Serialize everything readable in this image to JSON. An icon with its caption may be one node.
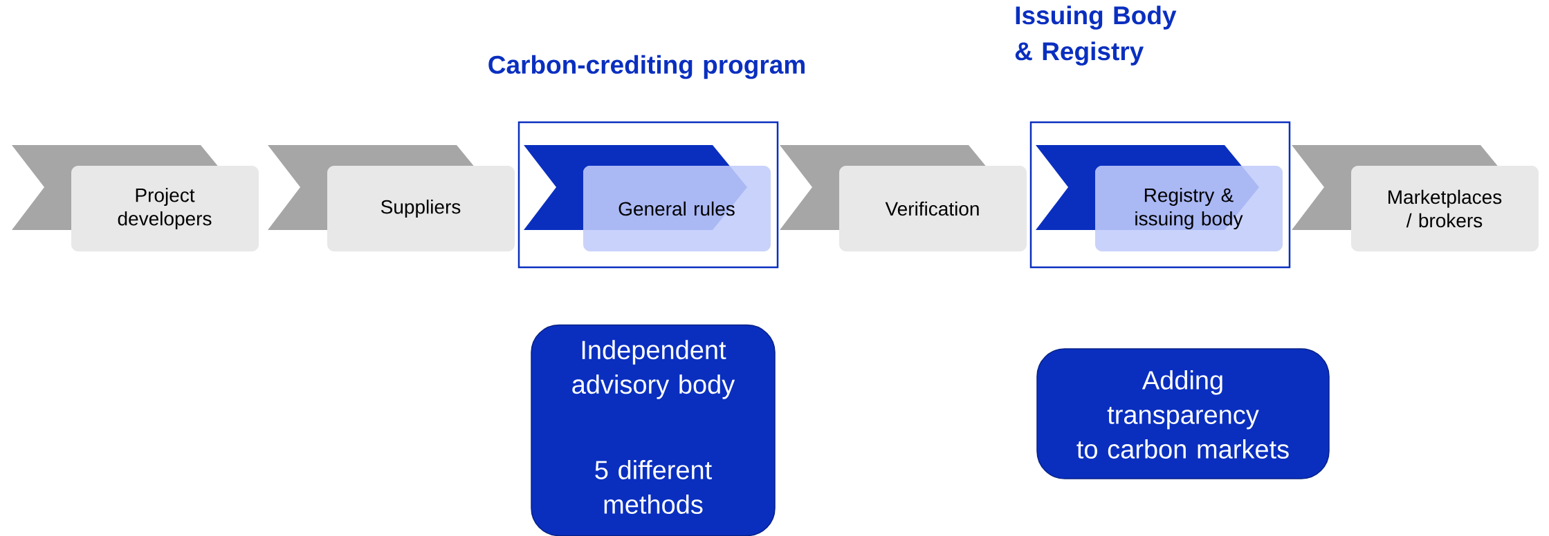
{
  "diagram": {
    "nodes": [
      {
        "text": [
          "Project developers"
        ]
      },
      {
        "text": [
          "Suppliers"
        ]
      },
      {
        "text": [
          "Carbon-crediting program"
        ]
      },
      {
        "text": [
          "General rules"
        ],
        "in": 2
      },
      {
        "text": [
          "Verification"
        ]
      },
      {
        "text": [
          "Issuing Body & Registry"
        ]
      },
      {
        "text": [
          "Registry & issuing body"
        ],
        "in": 5
      },
      {
        "text": [
          "Marketplaces / brokers"
        ]
      },
      {
        "text": [
          "Independent advisory body",
          "5 different methods"
        ]
      },
      {
        "text": [
          "Adding transparency to carbon markets"
        ]
      }
    ]
  }
}
